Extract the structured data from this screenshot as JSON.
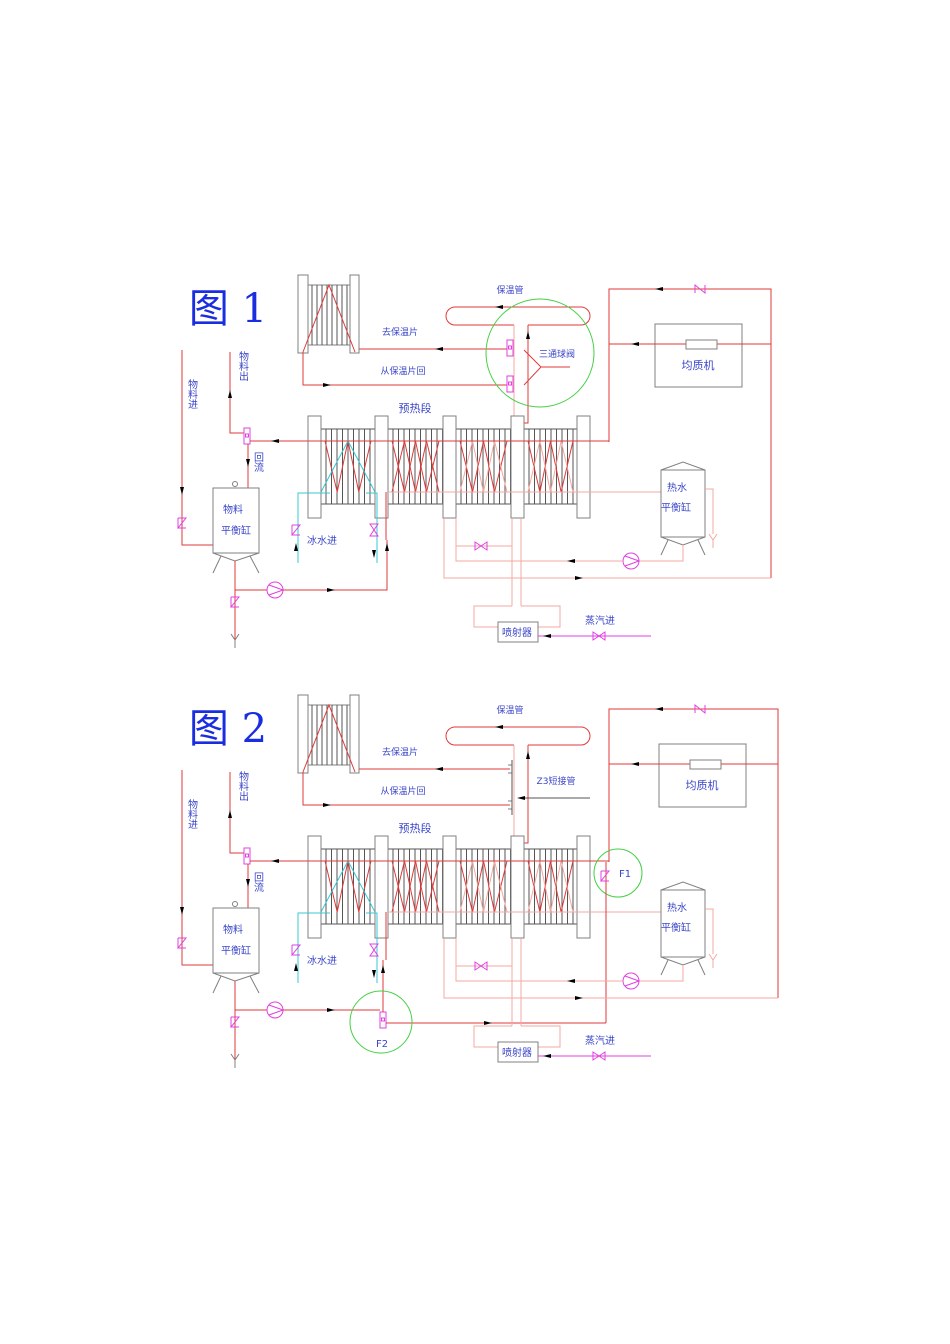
{
  "colors": {
    "product_pipe": "#e03a3a",
    "hot_water_pipe": "#f4a8a0",
    "ice_water_pipe": "#35c8d4",
    "fitting": "#e040e0",
    "label": "#3b46c8",
    "equipment": "#808080",
    "highlight": "#44d044"
  },
  "figures": [
    {
      "title": "图 1",
      "holding_tube": "保温管",
      "to_holding_plate": "去保温片",
      "from_holding_plate": "从保温片回",
      "three_way_valve": "三通球阀",
      "homogenizer": "均质机",
      "product_in": "物料进",
      "product_out": "物料出",
      "reflux": "回流",
      "preheat": "预热段",
      "product_tank_1": "物料",
      "product_tank_2": "平衡缸",
      "ice_water_in": "冰水进",
      "hot_water_tank_1": "热水",
      "hot_water_tank_2": "平衡缸",
      "injector": "喷射器",
      "steam_in": "蒸汽进"
    },
    {
      "title": "图 2",
      "holding_tube": "保温管",
      "to_holding_plate": "去保温片",
      "from_holding_plate": "从保温片回",
      "short_pipe": "Z3短接管",
      "homogenizer": "均质机",
      "product_in": "物料进",
      "product_out": "物料出",
      "reflux": "回流",
      "preheat": "预热段",
      "product_tank_1": "物料",
      "product_tank_2": "平衡缸",
      "ice_water_in": "冰水进",
      "hot_water_tank_1": "热水",
      "hot_water_tank_2": "平衡缸",
      "injector": "喷射器",
      "steam_in": "蒸汽进",
      "f1": "F1",
      "f2": "F2"
    }
  ]
}
